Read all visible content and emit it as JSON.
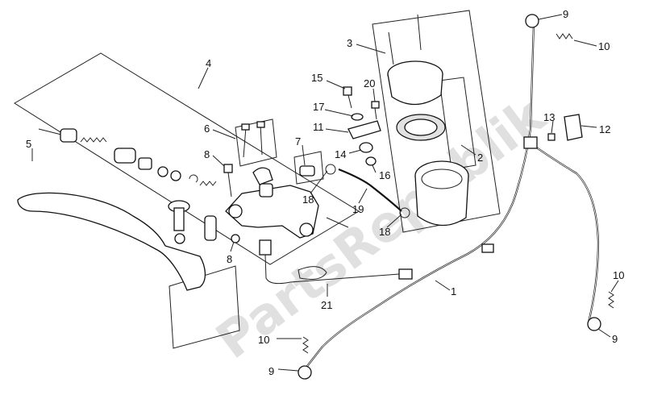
{
  "watermark": "PartsRepublik",
  "callouts": [
    {
      "id": "c-9-top",
      "text": "9"
    },
    {
      "id": "c-10-top",
      "text": "10"
    },
    {
      "id": "c-3",
      "text": "3"
    },
    {
      "id": "c-4",
      "text": "4"
    },
    {
      "id": "c-15",
      "text": "15"
    },
    {
      "id": "c-20",
      "text": "20"
    },
    {
      "id": "c-17",
      "text": "17"
    },
    {
      "id": "c-11",
      "text": "11"
    },
    {
      "id": "c-6",
      "text": "6"
    },
    {
      "id": "c-7",
      "text": "7"
    },
    {
      "id": "c-8-top",
      "text": "8"
    },
    {
      "id": "c-5",
      "text": "5"
    },
    {
      "id": "c-14",
      "text": "14"
    },
    {
      "id": "c-16",
      "text": "16"
    },
    {
      "id": "c-18-a",
      "text": "18"
    },
    {
      "id": "c-19",
      "text": "19"
    },
    {
      "id": "c-18-b",
      "text": "18"
    },
    {
      "id": "c-2",
      "text": "2"
    },
    {
      "id": "c-13",
      "text": "13"
    },
    {
      "id": "c-12",
      "text": "12"
    },
    {
      "id": "c-8-bottom",
      "text": "8"
    },
    {
      "id": "c-21",
      "text": "21"
    },
    {
      "id": "c-1",
      "text": "1"
    },
    {
      "id": "c-10-right",
      "text": "10"
    },
    {
      "id": "c-9-right",
      "text": "9"
    },
    {
      "id": "c-10-bottom",
      "text": "10"
    },
    {
      "id": "c-9-bottom",
      "text": "9"
    }
  ]
}
